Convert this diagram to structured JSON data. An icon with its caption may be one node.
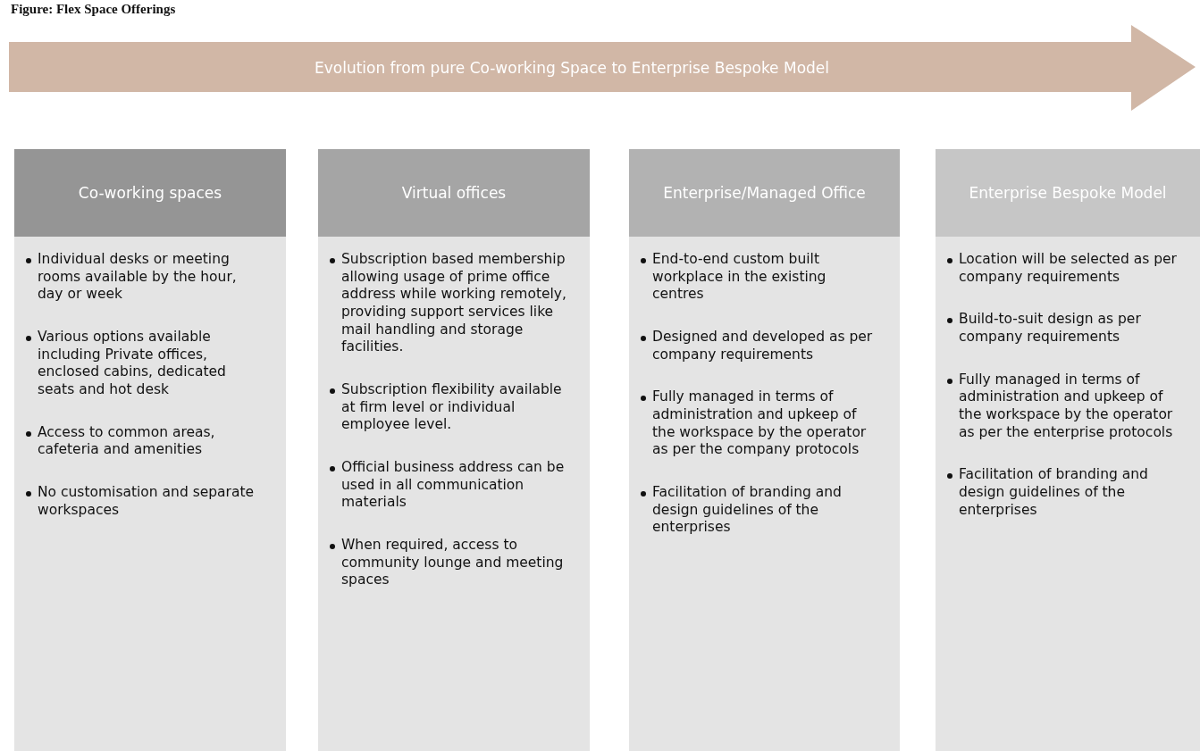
{
  "diagram": {
    "title": "Figure: Flex Space Offerings",
    "nodes": [
      {
        "text": [
          "Evolution from pure Co-working Space to Enterprise Bespoke Model"
        ]
      },
      {
        "text": [
          "Co-working spaces",
          "Individual desks or meeting rooms available by the hour, day or week",
          " Various options available including Private offices, enclosed cabins, dedicated seats and hot desk",
          "Access to common areas, cafeteria and amenities",
          "No customisation and separate workspaces"
        ]
      },
      {
        "text": [
          "Virtual offices",
          "Subscription based membership allowing usage of prime office address while working remotely, providing support services like mail handling and storage facilities.",
          "Subscription flexibility available at firm level or individual employee level.",
          "Official business address can be used in all communication materials",
          "When required, access to community lounge and meeting spaces"
        ]
      },
      {
        "text": [
          "Enterprise/Managed Office",
          "End-to-end custom built workplace in the existing centres",
          "Designed and developed as per company requirements",
          "Fully managed in terms of administration and upkeep of the workspace by the operator as per the company protocols",
          "Facilitation of branding and design guidelines of the enterprises"
        ]
      },
      {
        "text": [
          "Enterprise Bespoke Model",
          "Location will be selected as per company requirements",
          "Build-to-suit design as per company requirements",
          "Fully managed in terms of administration and upkeep of the workspace by the operator as per the enterprise protocols",
          "Facilitation of branding and design guidelines of the enterprises"
        ]
      }
    ]
  }
}
